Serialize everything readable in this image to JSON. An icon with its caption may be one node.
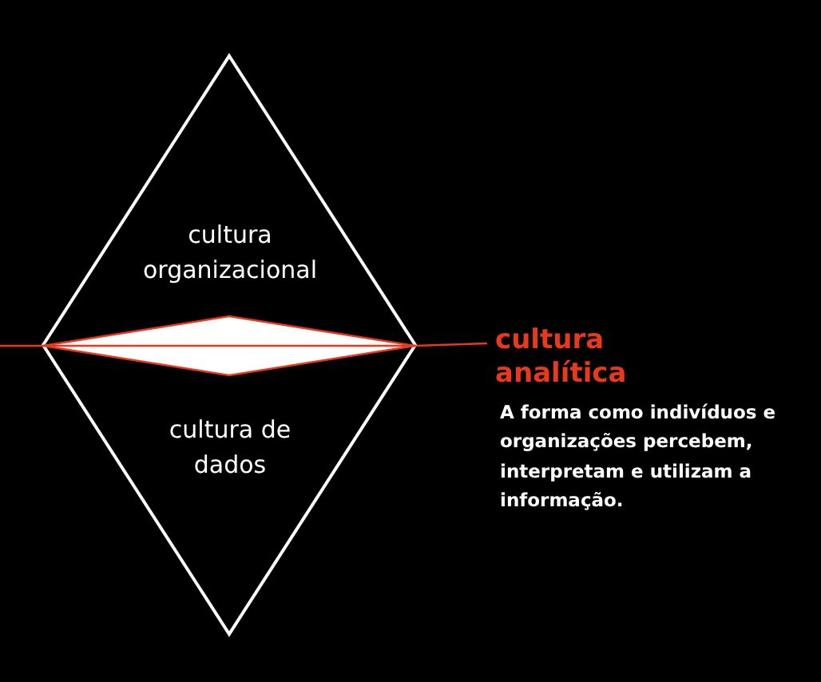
{
  "diagram": {
    "nodes": [
      {
        "text": [
          "cultura organizacional",
          "cultura de dados"
        ]
      },
      {
        "text": [],
        "shape": "diamond",
        "in": 0
      },
      {
        "text": [
          "cultura analítica",
          "A forma como indivíduos e organizações percebem, interpretam e utilizam a informação."
        ]
      }
    ],
    "edges": [
      {
        "from": 2,
        "to": 1,
        "arrow": "none",
        "color": "#e8391f"
      }
    ]
  }
}
